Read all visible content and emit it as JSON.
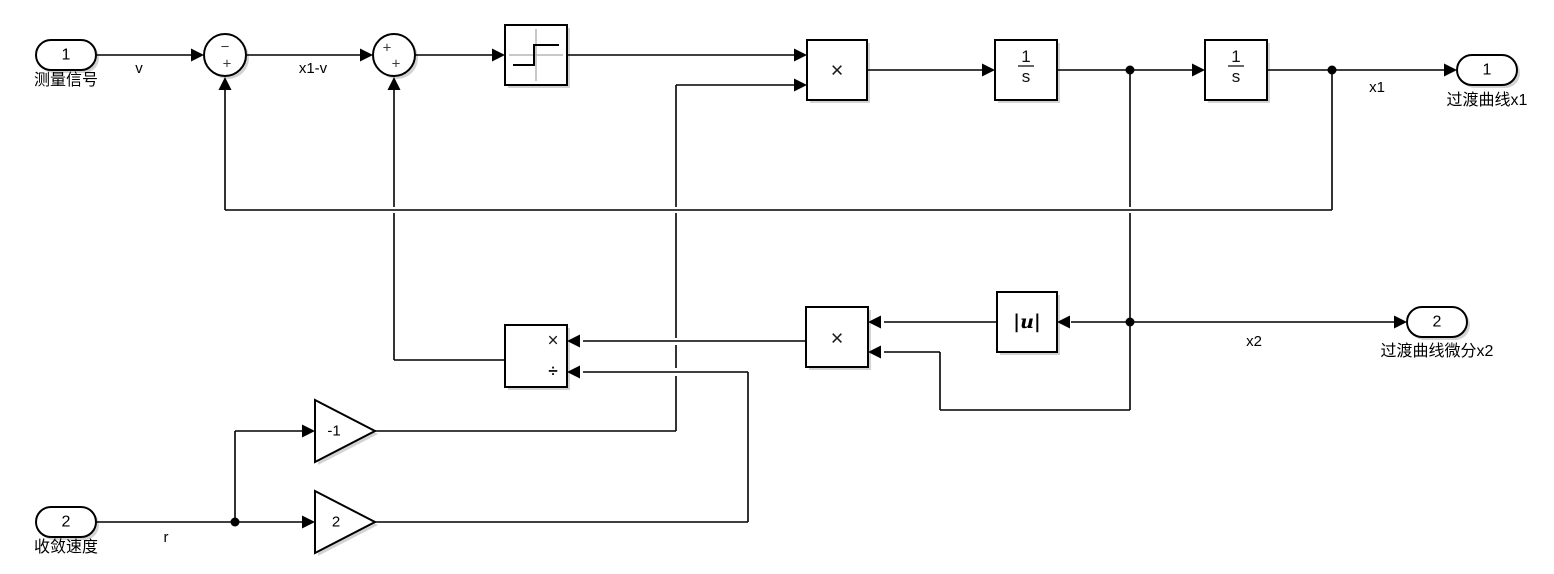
{
  "colors": {
    "background": "#ffffff",
    "line": "#000000",
    "block_fill": "#ffffff",
    "block_border": "#000000",
    "shadow": "#9e9e9e",
    "sign_axis_gray": "#b5b5b5",
    "sum_sign_gray": "#3c3c3c"
  },
  "blocks": {
    "inport1": {
      "port": "1",
      "name": "测量信号"
    },
    "inport2": {
      "port": "2",
      "name": "收敛速度"
    },
    "outport1": {
      "port": "1",
      "name": "过渡曲线x1"
    },
    "outport2": {
      "port": "2",
      "name": "过渡曲线微分x2"
    },
    "sum1": {
      "sign1": "−",
      "sign2": "+"
    },
    "sum2": {
      "sign1": "+",
      "sign2": "+"
    },
    "sign": {
      "icon": "signum-step-icon"
    },
    "product1": {
      "symbol": "×"
    },
    "product2": {
      "symbol": "×"
    },
    "divide": {
      "multiply_symbol": "×",
      "divide_symbol": "÷"
    },
    "integrator1": {
      "numerator": "1",
      "denominator": "s"
    },
    "integrator2": {
      "numerator": "1",
      "denominator": "s"
    },
    "abs": {
      "label": "|u|"
    },
    "gain_neg1": {
      "value": "-1"
    },
    "gain_2": {
      "value": "2"
    }
  },
  "signal_labels": {
    "v": "v",
    "x1v": "x1-v",
    "x1": "x1",
    "x2": "x2",
    "r": "r"
  }
}
